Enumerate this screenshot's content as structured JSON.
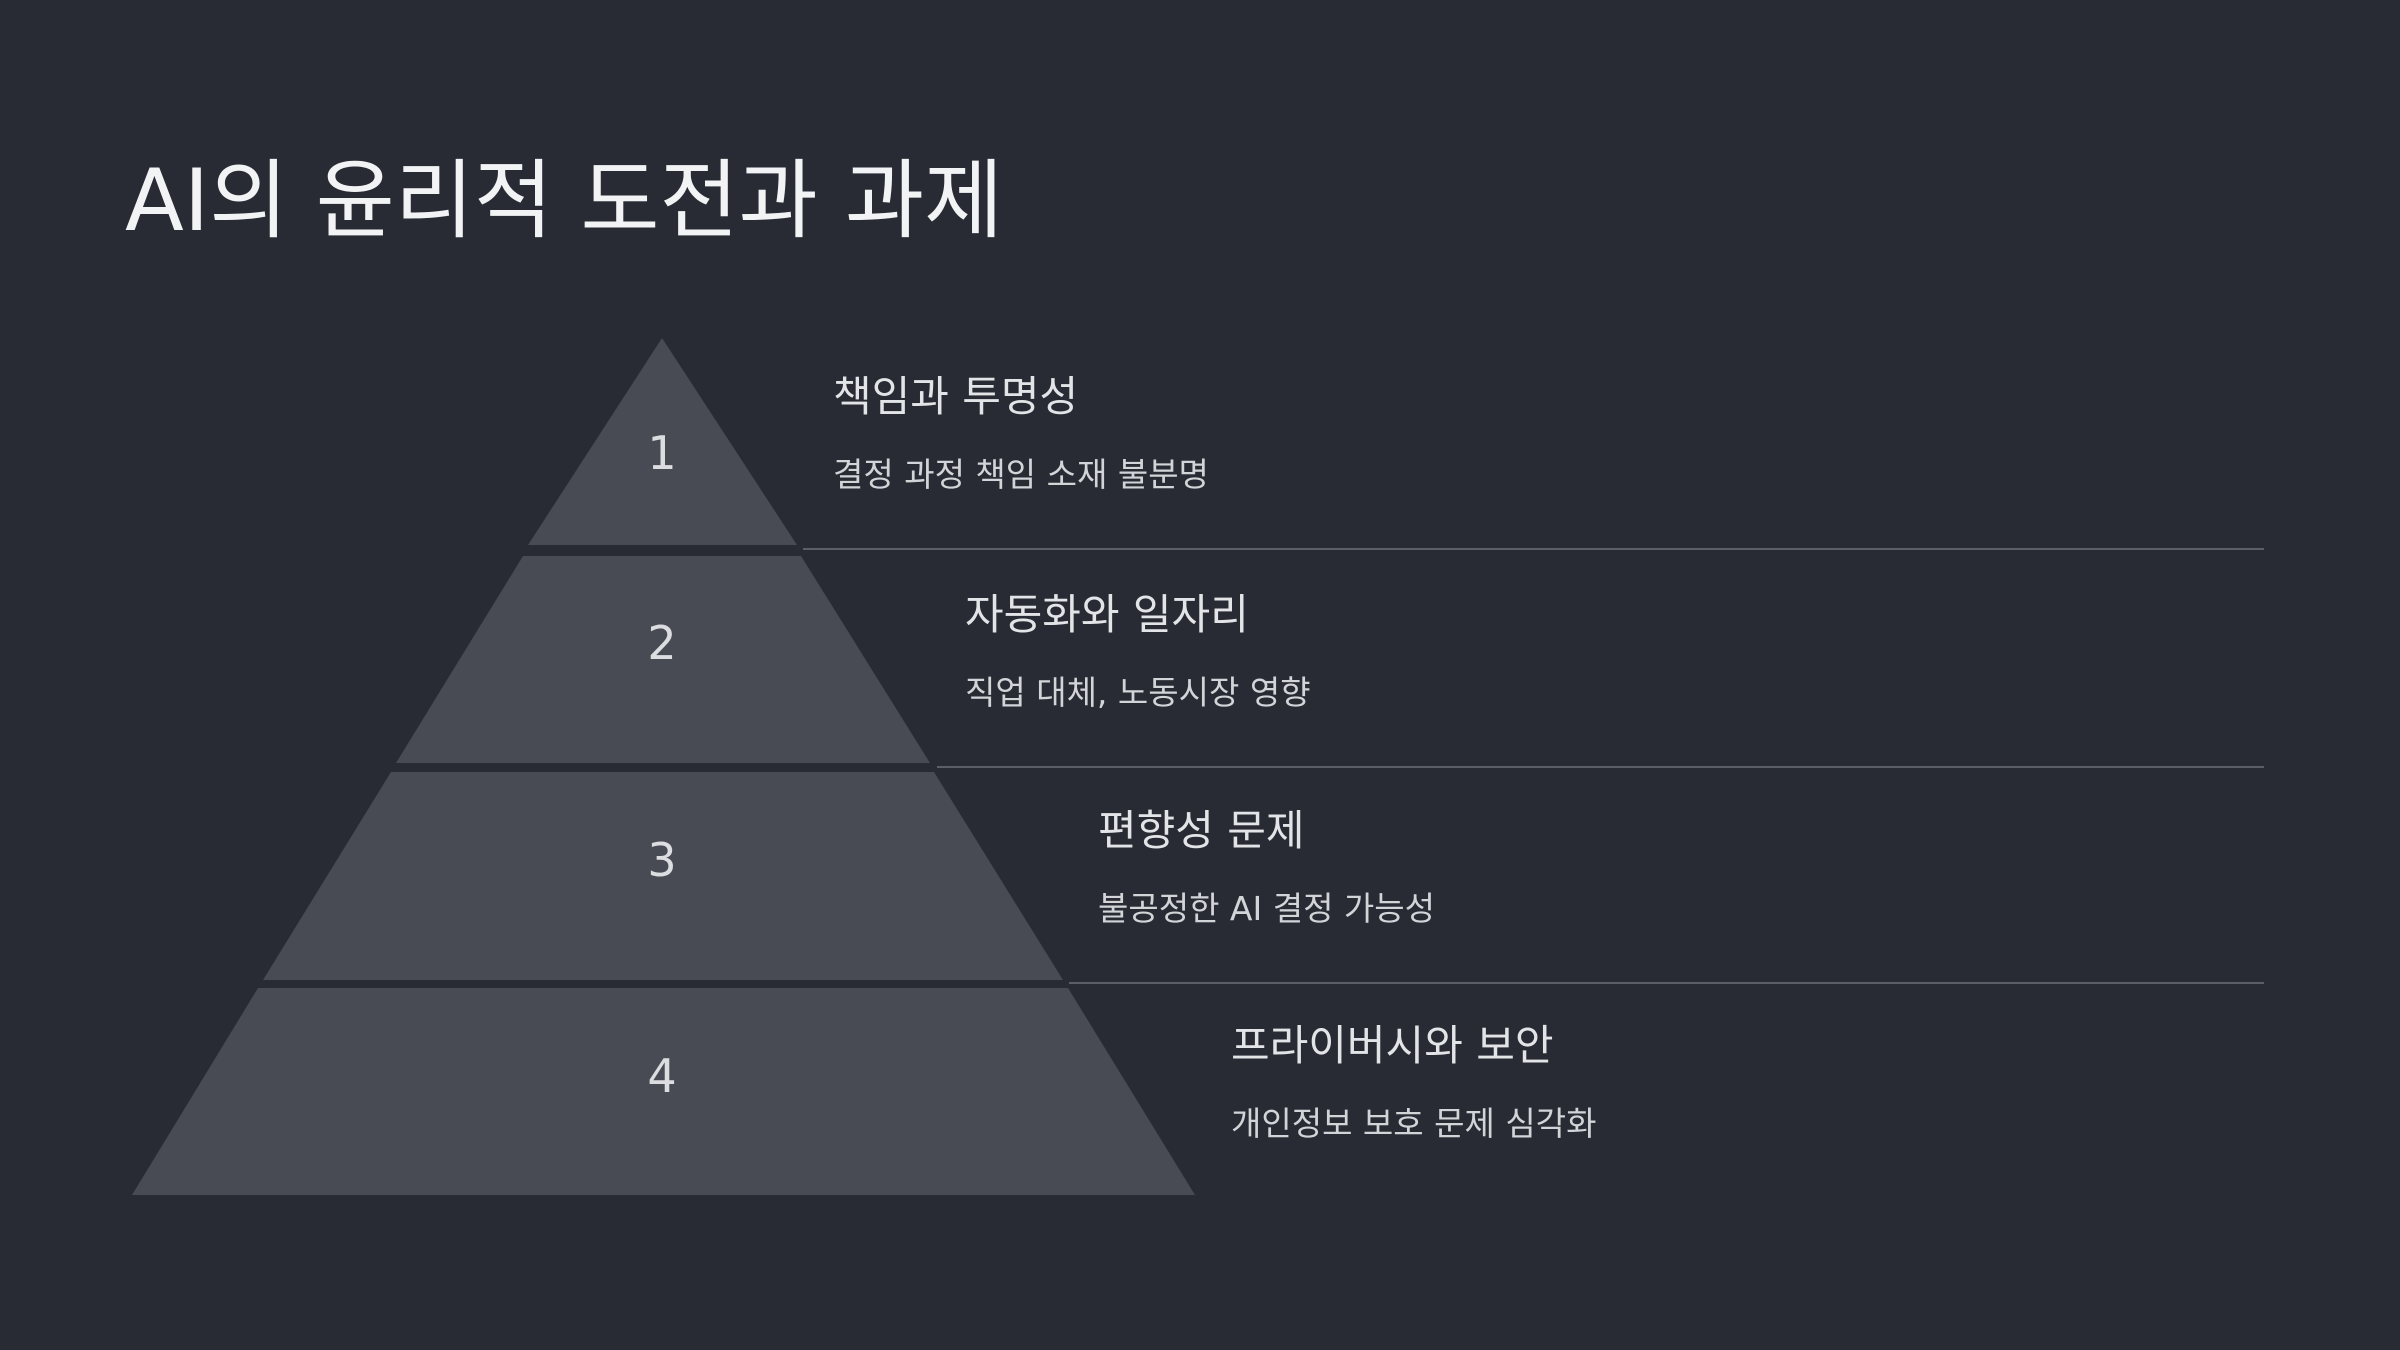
{
  "title": "AI의 윤리적 도전과 과제",
  "colors": {
    "background": "#282b33",
    "tier_fill": "#484b53",
    "divider": "#5b5e66",
    "text": "#e3e4e7"
  },
  "levels": [
    {
      "number": "1",
      "title": "책임과 투명성",
      "description": "결정 과정 책임 소재 불분명"
    },
    {
      "number": "2",
      "title": "자동화와 일자리",
      "description": "직업 대체, 노동시장 영향"
    },
    {
      "number": "3",
      "title": "편향성 문제",
      "description": "불공정한 AI 결정 가능성"
    },
    {
      "number": "4",
      "title": "프라이버시와 보안",
      "description": "개인정보 보호 문제 심각화"
    }
  ]
}
